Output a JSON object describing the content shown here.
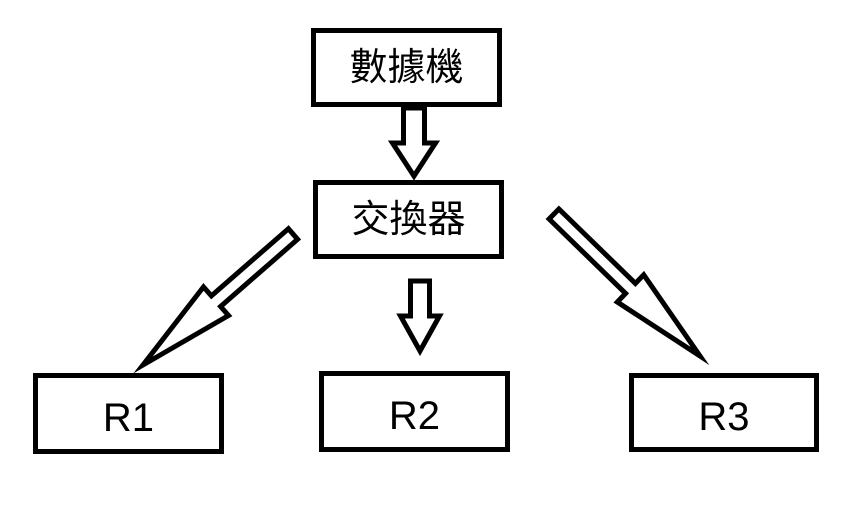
{
  "diagram": {
    "kind": "network-topology",
    "background": "#ffffff",
    "shape_stroke": "#000000",
    "shape_fill": "#ffffff",
    "text_color": "#000000",
    "nodes": {
      "modem": {
        "label": "數據機"
      },
      "switch": {
        "label": "交換器"
      },
      "r1": {
        "label": "R1"
      },
      "r2": {
        "label": "R2"
      },
      "r3": {
        "label": "R3"
      }
    },
    "edges": [
      {
        "from": "modem",
        "to": "switch",
        "style": "hollow-block-arrow"
      },
      {
        "from": "switch",
        "to": "r1",
        "style": "hollow-block-arrow"
      },
      {
        "from": "switch",
        "to": "r2",
        "style": "hollow-block-arrow"
      },
      {
        "from": "switch",
        "to": "r3",
        "style": "hollow-block-arrow"
      }
    ]
  }
}
